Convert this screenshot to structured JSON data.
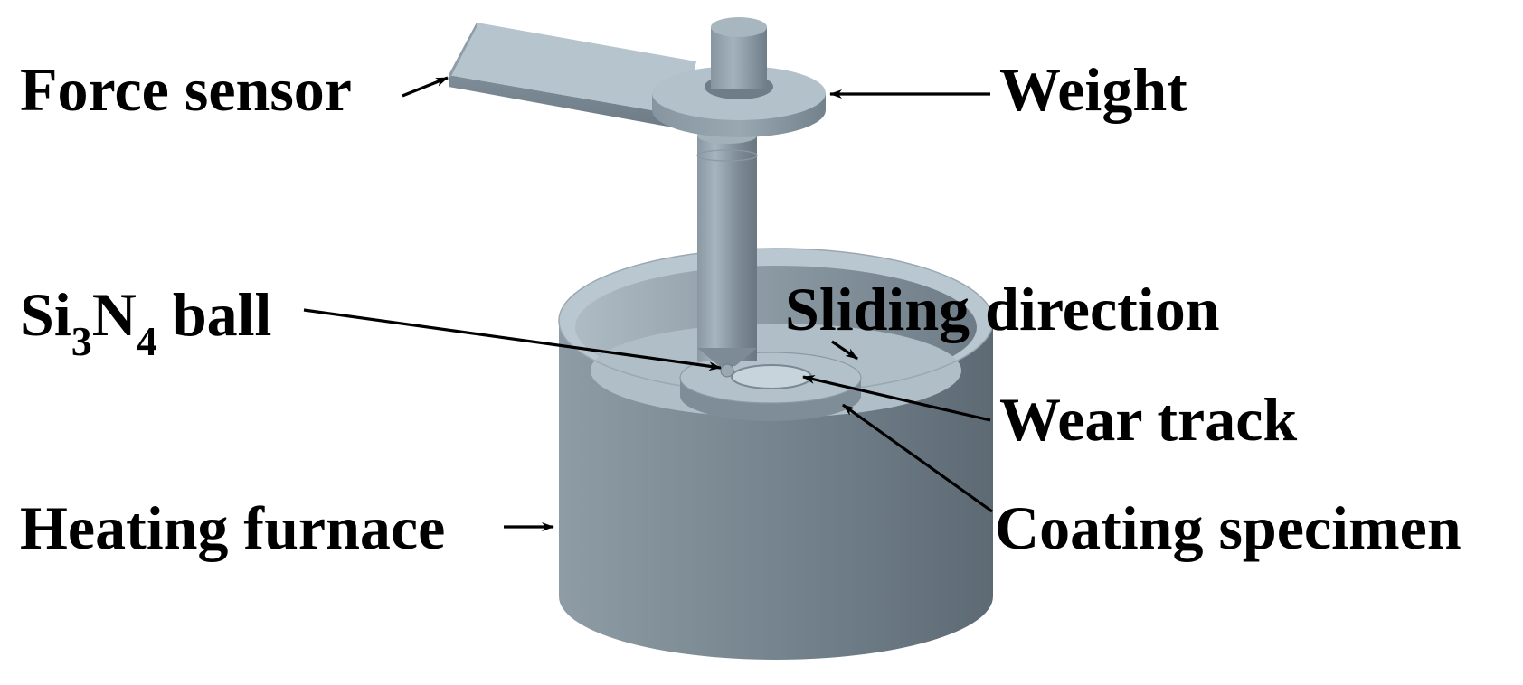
{
  "figure": {
    "labels": {
      "force_sensor": "Force sensor",
      "weight": "Weight",
      "ball_si": "Si",
      "ball_sub3": "3",
      "ball_n": "N",
      "ball_sub4": "4",
      "ball_rest": " ball",
      "sliding_direction": "Sliding direction",
      "wear_track": "Wear track",
      "heating_furnace": "Heating furnace",
      "coating_specimen": "Coating specimen"
    },
    "colors": {
      "metal_light": "#b4c3cd",
      "metal_mid": "#8c9ba6",
      "metal_dark": "#6a7883",
      "text": "#000000"
    }
  }
}
